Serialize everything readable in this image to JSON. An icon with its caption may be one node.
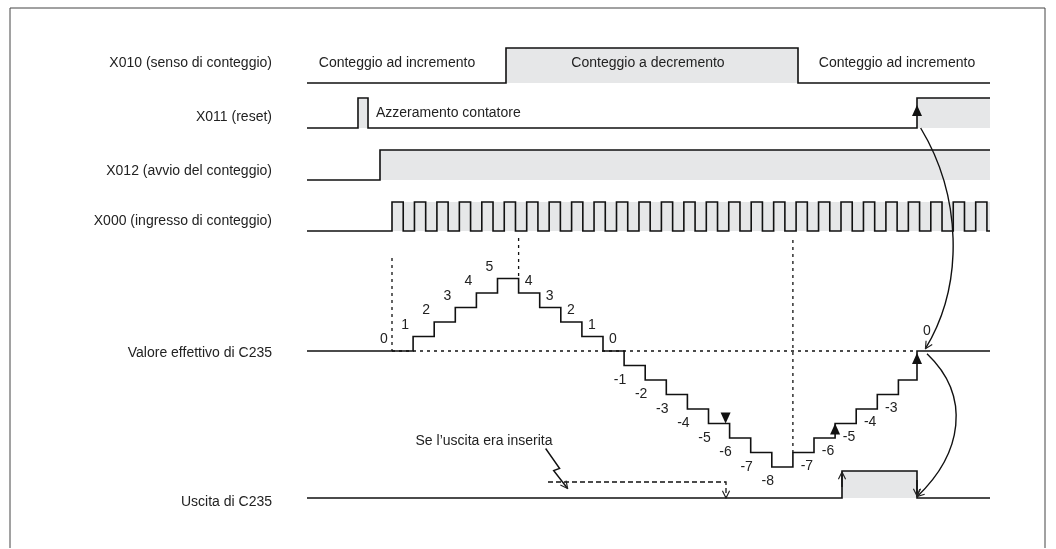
{
  "diagram": {
    "nodes": [
      {
        "text": [],
        "shape": "bar"
      },
      {
        "text": [
          "0"
        ]
      },
      {
        "text": [
          "Se l’uscita era inserita"
        ]
      },
      {
        "text": [],
        "shape": "bar"
      }
    ],
    "edges": [
      {
        "from": 0,
        "to": 1,
        "arrow": "to"
      },
      {
        "from": 2,
        "to": null,
        "arrow": "to"
      },
      {
        "from": 1,
        "to": 3,
        "arrow": "to"
      }
    ],
    "labels": [
      "X010 (senso di conteggio)",
      "Conteggio ad incremento",
      "Conteggio a decremento",
      "Conteggio ad incremento",
      "X011 (reset)",
      "Azzeramento contatore",
      "X012 (avvio del conteggio)",
      "X000 (ingresso di conteggio)",
      "Valore effettivo di C235",
      "0",
      "1",
      "2",
      "3",
      "4",
      "5",
      "4",
      "3",
      "2",
      "1",
      "0",
      "-1",
      "-2",
      "-3",
      "-4",
      "-5",
      "-6",
      "-7",
      "-8",
      "-7",
      "-6",
      "-5",
      "-4",
      "-3",
      "Uscita di C235"
    ]
  }
}
